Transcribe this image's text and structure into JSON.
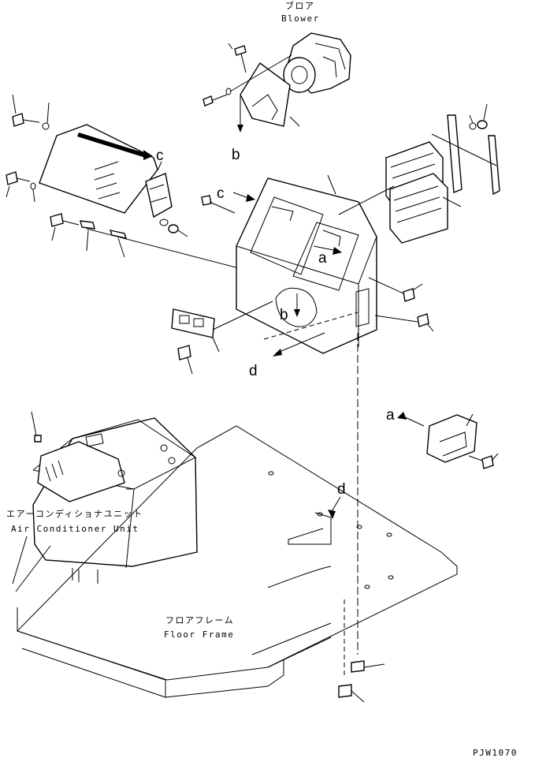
{
  "labels": {
    "blower_jp": "ブロア",
    "blower_en": "Blower",
    "ac_unit_jp": "エアーコンディショナユニット",
    "ac_unit_en": "Air Conditioner Unit",
    "floor_frame_jp": "フロアフレーム",
    "floor_frame_en": "Floor Frame",
    "drawing_code": "PJW1070"
  },
  "reference_letters": {
    "a1": "a",
    "a2": "a",
    "b1": "b",
    "b2": "b",
    "c1": "c",
    "c2": "c",
    "d1": "d",
    "d2": "d"
  }
}
